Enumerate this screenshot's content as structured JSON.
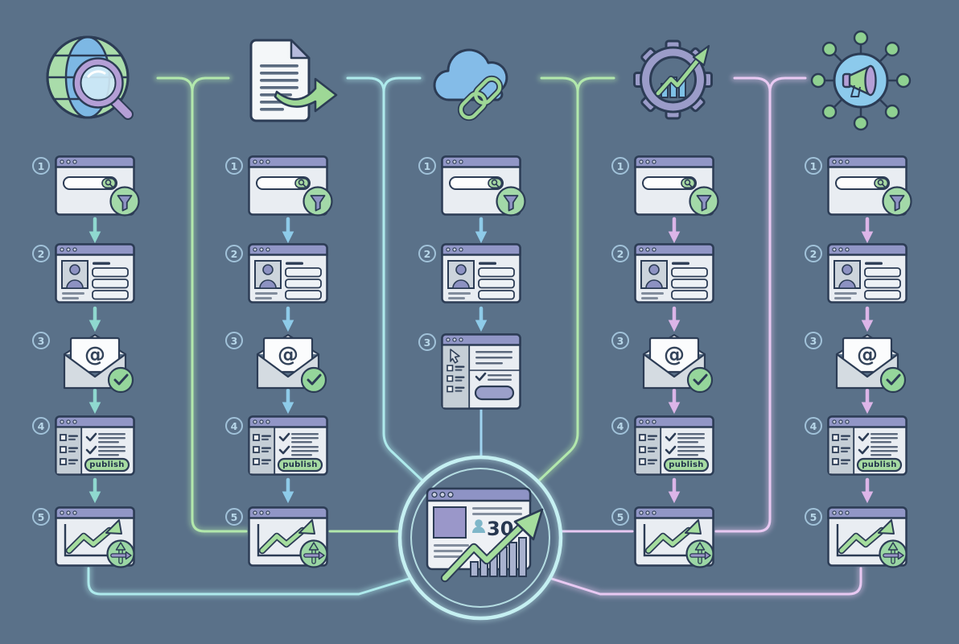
{
  "flow": {
    "columns": [
      {
        "name": "search-prospecting",
        "icon": "globe-search-icon",
        "accent": "#8fd8cf",
        "steps": [
          "1",
          "2",
          "3",
          "4",
          "5"
        ]
      },
      {
        "name": "content-export",
        "icon": "document-export-icon",
        "accent": "#8ecbe9",
        "steps": [
          "1",
          "2",
          "3",
          "4",
          "5"
        ]
      },
      {
        "name": "link-building",
        "icon": "cloud-link-icon",
        "accent": "#8ecbe9",
        "steps": [
          "1",
          "2",
          "3"
        ]
      },
      {
        "name": "automation-growth",
        "icon": "gear-growth-icon",
        "accent": "#dcb5e8",
        "steps": [
          "1",
          "2",
          "3",
          "4",
          "5"
        ]
      },
      {
        "name": "outreach-network",
        "icon": "megaphone-network-icon",
        "accent": "#dcb5e8",
        "steps": [
          "1",
          "2",
          "3",
          "4",
          "5"
        ]
      }
    ],
    "step_icons": [
      "search-window",
      "profile-card",
      "email-confirmation",
      "checklist-publish",
      "analytics-route"
    ],
    "publish_label": "publish",
    "at_symbol": "@",
    "center": {
      "count": "30",
      "icon": "results-dashboard"
    }
  },
  "colors": {
    "background": "#5a7189",
    "line_cyan": "#aeeaec",
    "line_green": "#b2e8ac",
    "line_purple": "#e8c9f2",
    "line_blue": "#9fd4f0",
    "arrow_teal": "#8fd8cf",
    "arrow_blue": "#8ecbe9",
    "arrow_pink": "#dcb5e8",
    "window_titlebar": "#9196c6",
    "window_body": "#e9edf2",
    "outline": "#2c3c55",
    "accent_green": "#9ed896",
    "accent_purple": "#b49fd6",
    "accent_blue": "#7db8e4"
  }
}
